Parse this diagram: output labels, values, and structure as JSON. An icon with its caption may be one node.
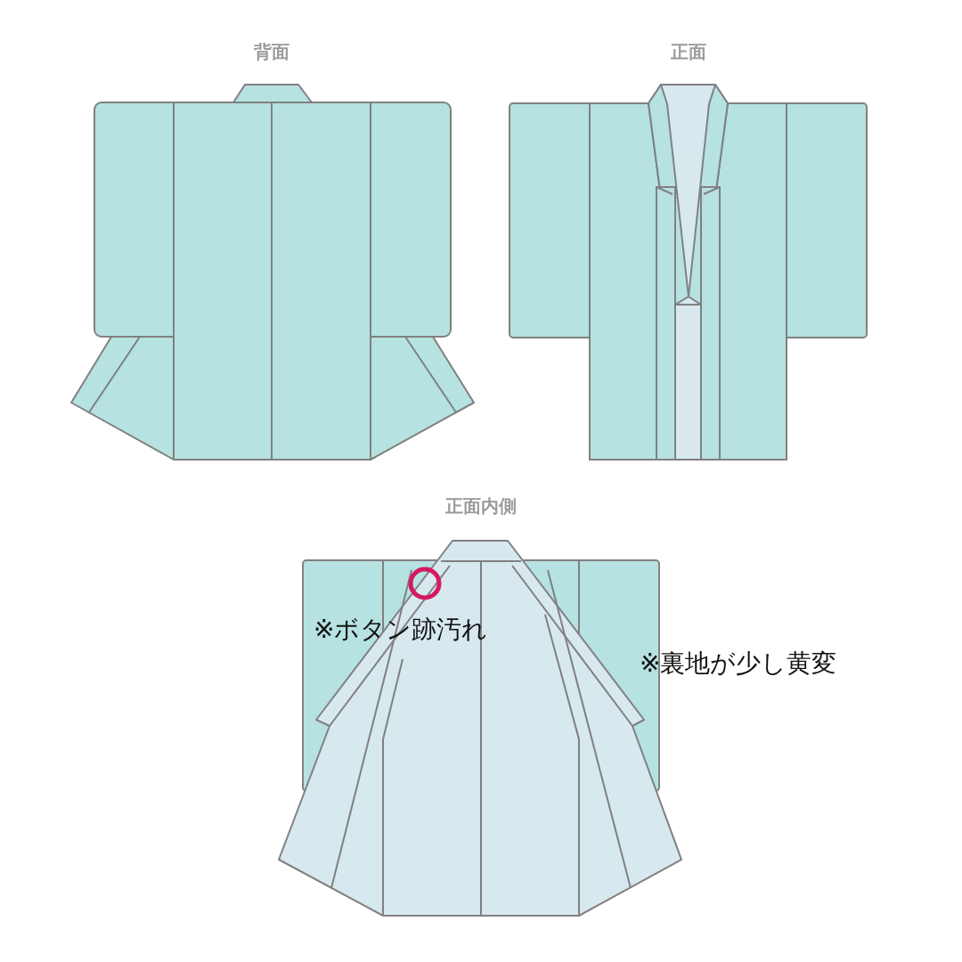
{
  "diagram": {
    "nodes": [
      {
        "text": [
          "背面"
        ]
      },
      {
        "text": [
          "正面"
        ]
      },
      {
        "text": [
          "正面内側"
        ]
      }
    ],
    "labels": [
      "※ボタン跡汚れ",
      "※裏地が少し黄変"
    ]
  }
}
